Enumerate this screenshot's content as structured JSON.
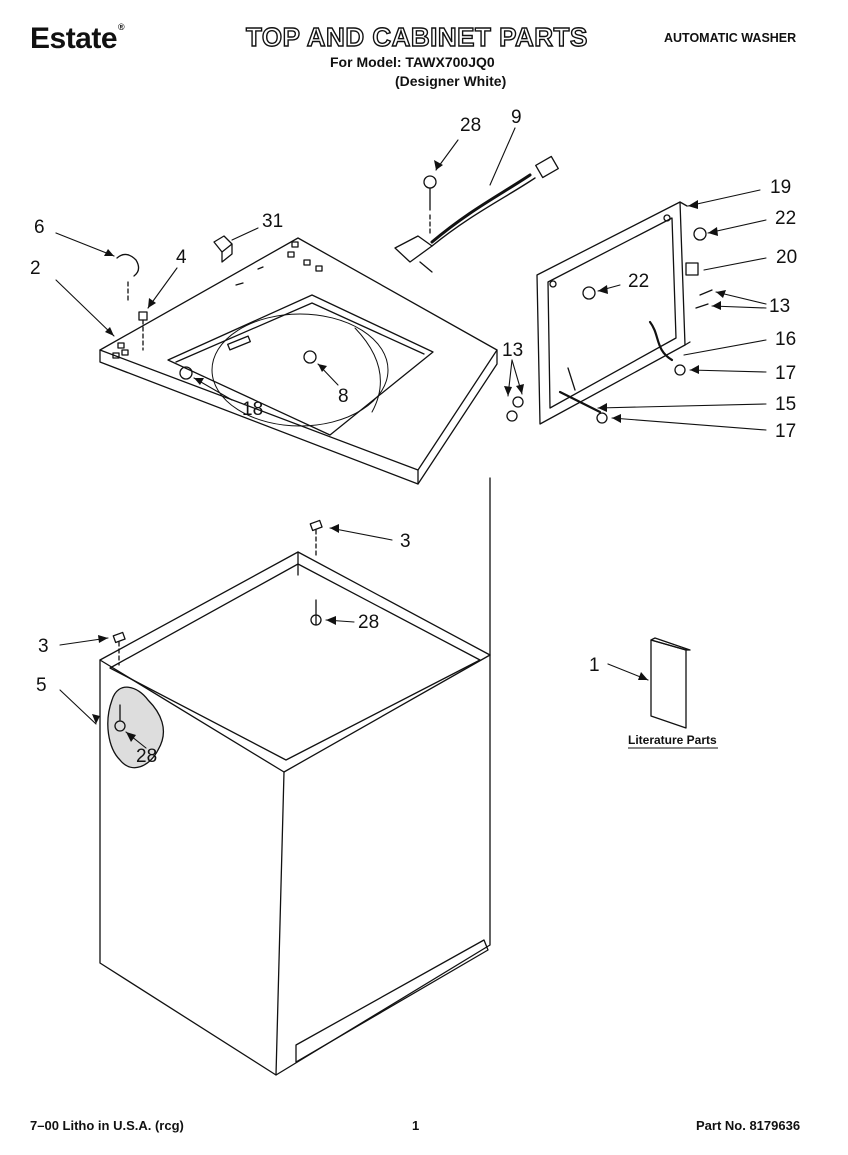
{
  "header": {
    "brand": "Estate",
    "brand_mark": "®",
    "title": "TOP AND CABINET PARTS",
    "model_line": "For Model: TAWX700JQ0",
    "color_line": "(Designer White)",
    "category": "AUTOMATIC WASHER"
  },
  "labels": {
    "p28a": "28",
    "p9": "9",
    "p6": "6",
    "p31": "31",
    "p2": "2",
    "p4": "4",
    "p8": "8",
    "p18": "18",
    "p19": "19",
    "p22a": "22",
    "p20": "20",
    "p22b": "22",
    "p13a": "13",
    "p16": "16",
    "p17a": "17",
    "p13b": "13",
    "p15": "15",
    "p17b": "17",
    "p3a": "3",
    "p28b": "28",
    "p3b": "3",
    "p5": "5",
    "p28c": "28",
    "p1": "1"
  },
  "literature_label": "Literature Parts",
  "footer": {
    "left": "7–00 Litho in U.S.A. (rcg)",
    "page": "1",
    "part_no": "Part No. 8179636"
  }
}
